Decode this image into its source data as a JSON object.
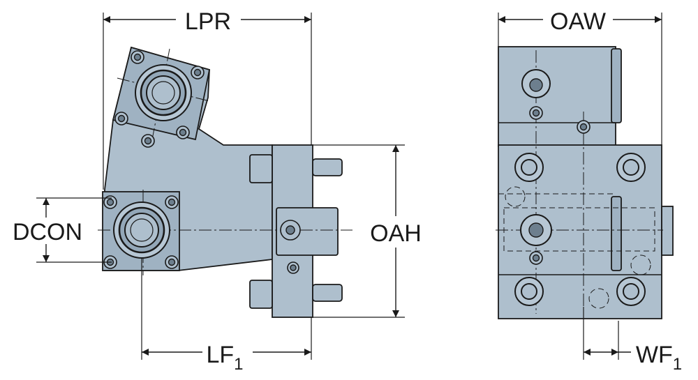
{
  "dimensions": {
    "lpr": "LPR",
    "oaw": "OAW",
    "oah": "OAH",
    "dcon": "DCON",
    "lf": "LF",
    "lf_sub": "1",
    "wf": "WF",
    "wf_sub": "1"
  },
  "colors": {
    "part_fill": "#aebfcd",
    "line": "#1a1a1a",
    "background": "#ffffff"
  }
}
